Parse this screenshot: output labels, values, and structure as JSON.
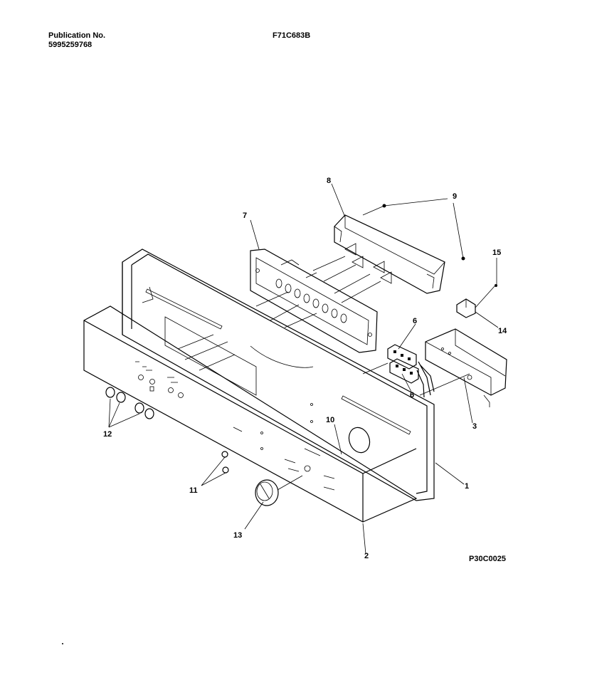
{
  "header": {
    "publication_label": "Publication No.",
    "publication_number": "5995259768",
    "model": "F71C683B"
  },
  "drawing_code": "P30C0025",
  "callouts": {
    "c1": "1",
    "c2": "2",
    "c3": "3",
    "c6a": "6",
    "c6b": "6",
    "c7": "7",
    "c8": "8",
    "c9": "9",
    "c10": "10",
    "c11": "11",
    "c12": "12",
    "c13": "13",
    "c14": "14",
    "c15": "15"
  }
}
